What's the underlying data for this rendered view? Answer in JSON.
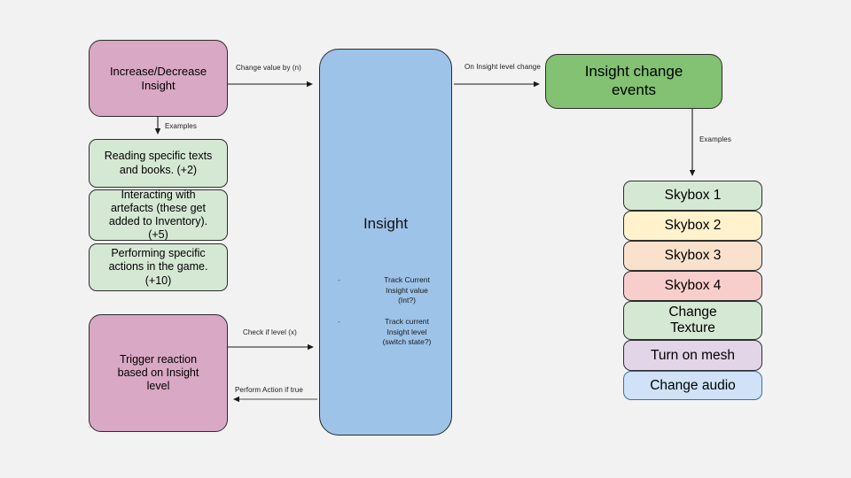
{
  "diagram": {
    "title": "Insight system flow diagram",
    "background_color": "#f2f2f2",
    "colors": {
      "pink": "#d9a8c4",
      "light_green": "#d5e8d4",
      "green": "#82c272",
      "blue": "#9dc3e9",
      "cream": "#fff2cc",
      "peach": "#fae1cb",
      "rose": "#f8cecc",
      "purple": "#e1d5e7",
      "light_blue": "#cfe2f7"
    }
  },
  "left_column": {
    "source_node": {
      "label": "Increase/Decrease\nInsight"
    },
    "examples_heading": "Examples",
    "examples": [
      {
        "label": "Reading specific texts\nand books. (+2)"
      },
      {
        "label": "Interacting with\nartefacts (these get\nadded to Inventory).\n(+5)"
      },
      {
        "label": "Performing specific\nactions in the game.\n(+10)"
      }
    ],
    "trigger_node": {
      "label": "Trigger reaction\nbased on Insight\nlevel"
    }
  },
  "center": {
    "title": "Insight",
    "bullets": [
      "Track Current\nInsight value\n(Int?)",
      "Track current\nInsight level\n(switch state?)"
    ]
  },
  "right_column": {
    "events_node": {
      "label": "Insight change\nevents"
    },
    "examples_heading": "Examples",
    "events": [
      {
        "label": "Skybox 1",
        "color": "#d5e8d4"
      },
      {
        "label": "Skybox 2",
        "color": "#fff2cc"
      },
      {
        "label": "Skybox 3",
        "color": "#fae1cb"
      },
      {
        "label": "Skybox 4",
        "color": "#f8cecc"
      },
      {
        "label": "Change\nTexture",
        "color": "#d5e8d4"
      },
      {
        "label": "Turn on mesh",
        "color": "#e1d5e7"
      },
      {
        "label": "Change audio",
        "color": "#cfe2f7"
      }
    ]
  },
  "edges": {
    "change_value": "Change value by (n)",
    "examples_left": "Examples",
    "on_insight_level_change": "On Insight level change",
    "examples_right": "Examples",
    "check_if_level": "Check if level (x)",
    "perform_action_if_true": "Perform Action if true"
  }
}
